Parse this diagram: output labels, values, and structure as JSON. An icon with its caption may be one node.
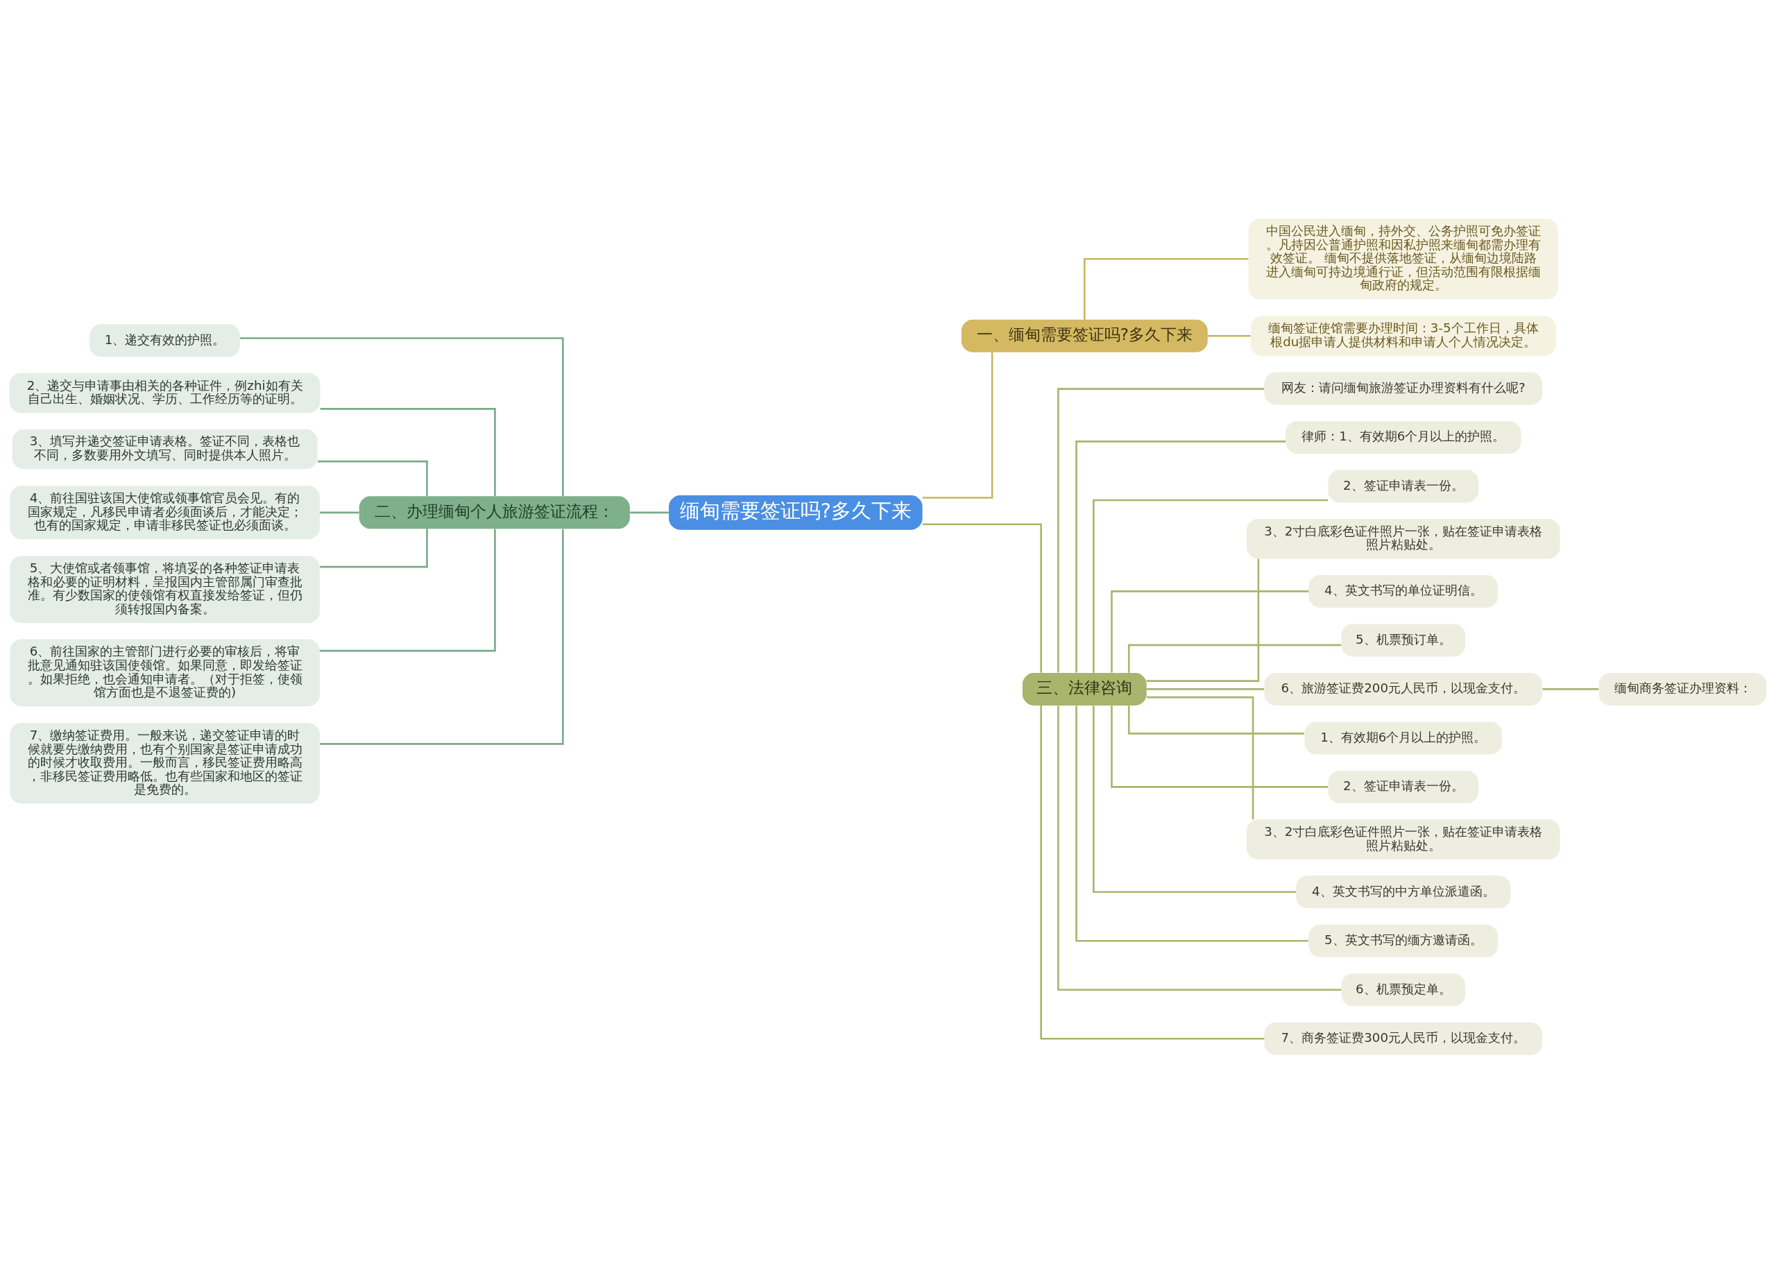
{
  "diagram": {
    "nodes": [
      {
        "text": [
          "缅甸需要签证吗?多久下来"
        ]
      },
      {
        "text": [
          "一、缅甸需要签证吗?多久下来"
        ]
      },
      {
        "text": [
          "中国公民进入缅甸，持外交、公务护照可免办签证。凡持因公普通护照和因私护照来缅甸都需办理有效签证。 缅甸不提供落地签证，从缅甸边境陆路进入缅甸可持边境通行证，但活动范围有限根据缅甸政府的规定。"
        ]
      },
      {
        "text": [
          "缅甸签证使馆需要办理时间：3-5个工作日，具体根du据申请人提供材料和申请人个人情况决定。"
        ]
      },
      {
        "text": [
          "二、办理缅甸个人旅游签证流程："
        ]
      },
      {
        "text": [
          "1、递交有效的护照。"
        ]
      },
      {
        "text": [
          "2、递交与申请事由相关的各种证件，例zhi如有关自己出生、婚姻状况、学历、工作经历等的证明。"
        ]
      },
      {
        "text": [
          "3、填写并递交签证申请表格。签证不同，表格也不同，多数要用外文填写、同时提供本人照片。"
        ]
      },
      {
        "text": [
          "4、前往国驻该国大使馆或领事馆官员会见。有的国家规定，凡移民申请者必须面谈后，才能决定；也有的国家规定，申请非移民签证也必须面谈。"
        ]
      },
      {
        "text": [
          "5、大使馆或者领事馆，将填妥的各种签证申请表格和必要的证明材料，呈报国内主管部属门审查批准。有少数国家的使领馆有权直接发给签证，但仍须转报国内备案。"
        ]
      },
      {
        "text": [
          "6、前往国家的主管部门进行必要的审核后，将审批意见通知驻该国使领馆。如果同意，即发给签证。如果拒绝，也会通知申请者。（对于拒签，使领馆方面也是不退签证费的)"
        ]
      },
      {
        "text": [
          "7、缴纳签证费用。一般来说，递交签证申请的时候就要先缴纳费用，也有个别国家是签证申请成功的时候才收取费用。一般而言，移民签证费用略高，非移民签证费用略低。也有些国家和地区的签证是免费的。"
        ]
      },
      {
        "text": [
          "三、法律咨询"
        ]
      },
      {
        "text": [
          "网友：请问缅甸旅游签证办理资料有什么呢?"
        ]
      },
      {
        "text": [
          "律师：1、有效期6个月以上的护照。"
        ]
      },
      {
        "text": [
          "2、签证申请表一份。"
        ]
      },
      {
        "text": [
          "3、2寸白底彩色证件照片一张，贴在签证申请表格照片粘贴处。"
        ]
      },
      {
        "text": [
          "4、英文书写的单位证明信。"
        ]
      },
      {
        "text": [
          "5、机票预订单。"
        ]
      },
      {
        "text": [
          "6、旅游签证费200元人民币，以现金支付。"
        ]
      },
      {
        "text": [
          "缅甸商务签证办理资料："
        ]
      },
      {
        "text": [
          "1、有效期6个月以上的护照。"
        ]
      },
      {
        "text": [
          "2、签证申请表一份。"
        ]
      },
      {
        "text": [
          "3、2寸白底彩色证件照片一张，贴在签证申请表格照片粘贴处。"
        ]
      },
      {
        "text": [
          "4、英文书写的中方单位派遣函。"
        ]
      },
      {
        "text": [
          "5、英文书写的缅方邀请函。"
        ]
      },
      {
        "text": [
          "6、机票预定单。"
        ]
      },
      {
        "text": [
          "7、商务签证费300元人民币，以现金支付。"
        ]
      }
    ],
    "edges": [
      {
        "from": 0,
        "to": 1,
        "arrow": "none",
        "color": "#c9b35e"
      },
      {
        "from": 1,
        "to": 2,
        "arrow": "none",
        "color": "#c9b35e"
      },
      {
        "from": 1,
        "to": 3,
        "arrow": "none",
        "color": "#c9b35e"
      },
      {
        "from": 0,
        "to": 4,
        "arrow": "none",
        "color": "#7aa98a"
      },
      {
        "from": 4,
        "to": 5,
        "arrow": "none",
        "color": "#7aa98a"
      },
      {
        "from": 4,
        "to": 6,
        "arrow": "none",
        "color": "#7aa98a"
      },
      {
        "from": 4,
        "to": 7,
        "arrow": "none",
        "color": "#7aa98a"
      },
      {
        "from": 4,
        "to": 8,
        "arrow": "none",
        "color": "#7aa98a"
      },
      {
        "from": 4,
        "to": 9,
        "arrow": "none",
        "color": "#7aa98a"
      },
      {
        "from": 4,
        "to": 10,
        "arrow": "none",
        "color": "#7aa98a"
      },
      {
        "from": 4,
        "to": 11,
        "arrow": "none",
        "color": "#7aa98a"
      },
      {
        "from": 0,
        "to": 12,
        "arrow": "none"
      },
      {
        "from": 12,
        "to": 13,
        "arrow": "none"
      },
      {
        "from": 12,
        "to": 14,
        "arrow": "none"
      },
      {
        "from": 12,
        "to": 15,
        "arrow": "none"
      },
      {
        "from": 12,
        "to": 16,
        "arrow": "none"
      },
      {
        "from": 12,
        "to": 17,
        "arrow": "none"
      },
      {
        "from": 12,
        "to": 18,
        "arrow": "none"
      },
      {
        "from": 12,
        "to": 19,
        "arrow": "none"
      },
      {
        "from": 19,
        "to": 20,
        "arrow": "none"
      },
      {
        "from": 12,
        "to": 21,
        "arrow": "none"
      },
      {
        "from": 12,
        "to": 22,
        "arrow": "none"
      },
      {
        "from": 12,
        "to": 23,
        "arrow": "none"
      },
      {
        "from": 12,
        "to": 24,
        "arrow": "none"
      },
      {
        "from": 12,
        "to": 25,
        "arrow": "none"
      },
      {
        "from": 12,
        "to": 26,
        "arrow": "none"
      },
      {
        "from": 12,
        "to": 27,
        "arrow": "none"
      }
    ]
  }
}
